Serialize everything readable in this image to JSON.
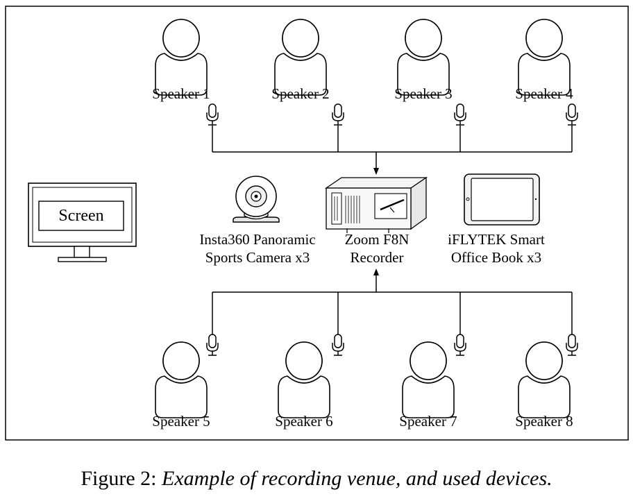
{
  "speakers_top": [
    {
      "label": "Speaker 1",
      "icon": "person-icon",
      "mic": "microphone-icon"
    },
    {
      "label": "Speaker 2",
      "icon": "person-icon",
      "mic": "microphone-icon"
    },
    {
      "label": "Speaker 3",
      "icon": "person-icon",
      "mic": "microphone-icon"
    },
    {
      "label": "Speaker 4",
      "icon": "person-icon",
      "mic": "microphone-icon"
    }
  ],
  "speakers_bottom": [
    {
      "label": "Speaker 5",
      "icon": "person-icon",
      "mic": "microphone-icon"
    },
    {
      "label": "Speaker 6",
      "icon": "person-icon",
      "mic": "microphone-icon"
    },
    {
      "label": "Speaker 7",
      "icon": "person-icon",
      "mic": "microphone-icon"
    },
    {
      "label": "Speaker 8",
      "icon": "person-icon",
      "mic": "microphone-icon"
    }
  ],
  "screen": {
    "label": "Screen",
    "icon": "monitor-icon"
  },
  "camera": {
    "label_lines": [
      "Insta360 Panoramic",
      "Sports Camera x3"
    ],
    "icon": "webcam-icon"
  },
  "recorder": {
    "label_lines": [
      "Zoom F8N",
      "Recorder"
    ],
    "icon": "recorder-icon"
  },
  "tablet": {
    "label_lines": [
      "iFLYTEK Smart",
      "Office Book x3"
    ],
    "icon": "tablet-icon"
  },
  "caption": {
    "prefix": "Figure 2: ",
    "text": "Example of recording venue, and used devices."
  },
  "colors": {
    "stroke": "#000000",
    "background": "#ffffff",
    "device_fill": "#f2f2f2"
  }
}
